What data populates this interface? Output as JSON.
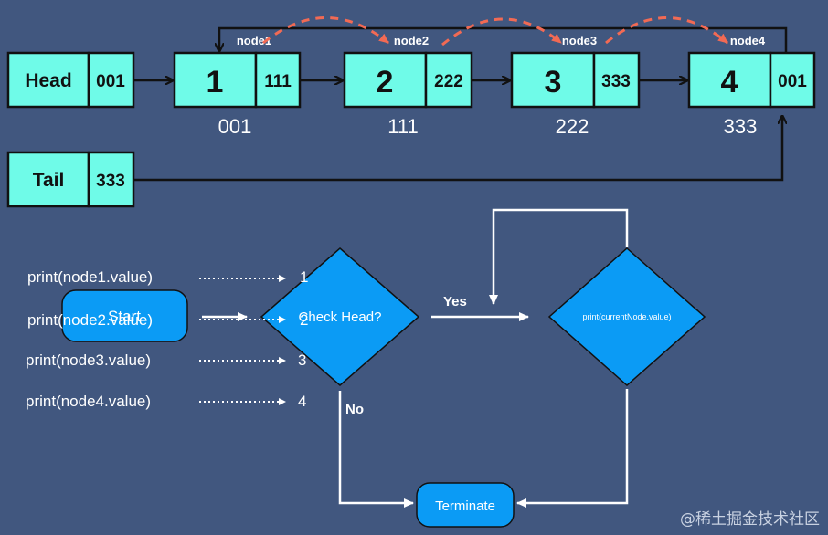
{
  "list": {
    "head": {
      "label": "Head",
      "pointer": "001"
    },
    "tail": {
      "label": "Tail",
      "pointer": "333"
    },
    "nodes": [
      {
        "name": "node1",
        "value": "1",
        "next": "111",
        "address": "001"
      },
      {
        "name": "node2",
        "value": "2",
        "next": "222",
        "address": "111"
      },
      {
        "name": "node3",
        "value": "3",
        "next": "333",
        "address": "222"
      },
      {
        "name": "node4",
        "value": "4",
        "next": "001",
        "address": "333"
      }
    ]
  },
  "prints": [
    {
      "code": "print(node1.value)",
      "output": "1"
    },
    {
      "code": "print(node2.value)",
      "output": "2"
    },
    {
      "code": "print(node3.value)",
      "output": "3"
    },
    {
      "code": "print(node4.value)",
      "output": "4"
    }
  ],
  "flow": {
    "start": "Start",
    "check": "Check Head?",
    "yes": "Yes",
    "no": "No",
    "print": "print(currentNode.value)",
    "terminate": "Terminate"
  },
  "watermark": "@稀土掘金技术社区",
  "colors": {
    "background": "#41577f",
    "cell": "#6ffbe8",
    "shape": "#0b9bf5",
    "dashed_arrow": "#f26a54"
  }
}
